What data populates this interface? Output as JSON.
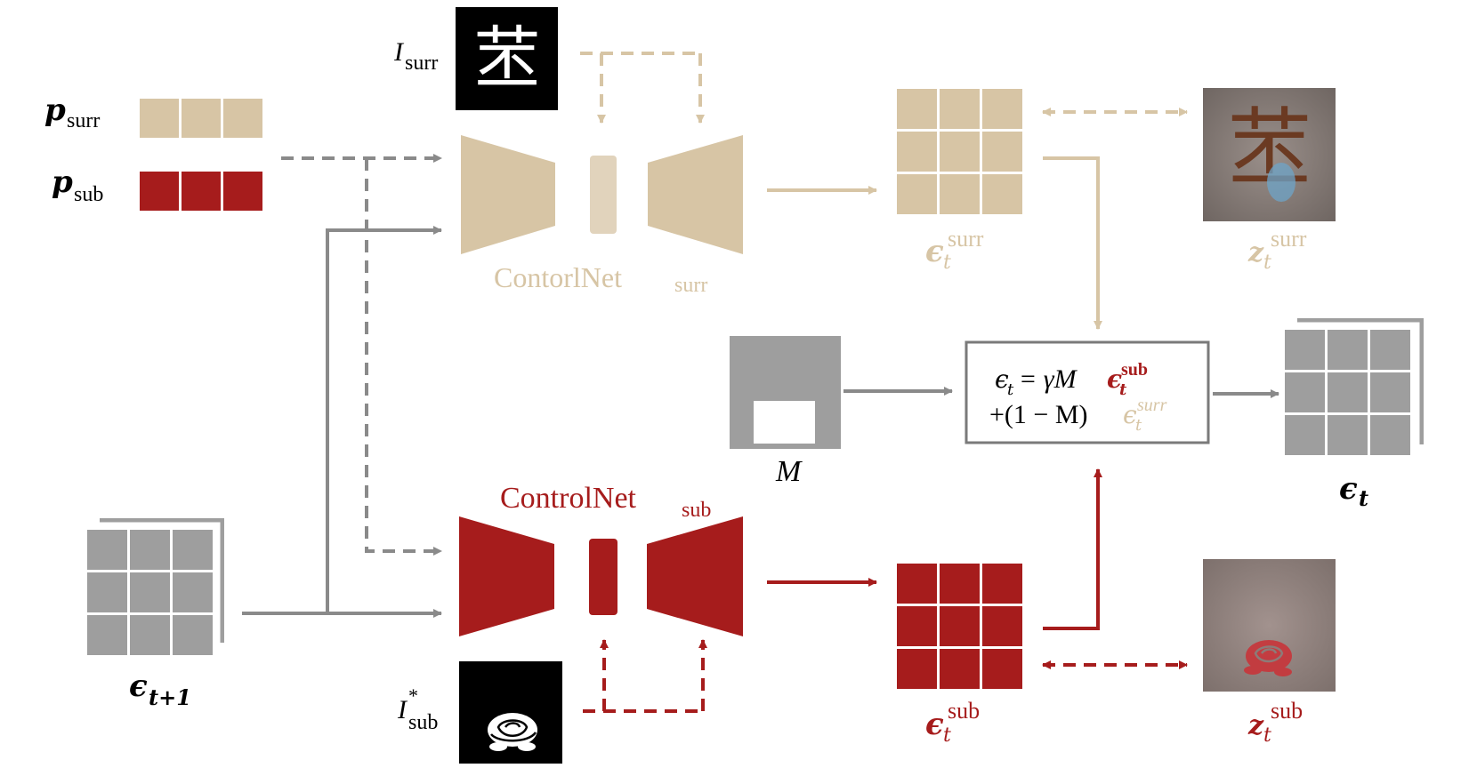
{
  "colors": {
    "tan": "#d7c5a5",
    "tan_light": "#e1d3bc",
    "red": "#a61c1c",
    "gray": "#9e9e9e",
    "dark_gray": "#8a8a8a",
    "box_border": "#7a7a7a",
    "text": "#000000"
  },
  "labels": {
    "p_main": "p",
    "surr_sub": "surr",
    "sub_sub": "sub",
    "I": "I",
    "I_surr_sub": "surr",
    "I_sub_sub": "sub",
    "I_sub_sup": "*",
    "net_surr_main": "ContorlNet",
    "net_surr_sub": "surr",
    "net_sub_main": "ControlNet",
    "net_sub_sub": "sub",
    "eps": "ϵ",
    "t": "t",
    "t_plus_1": "t+1",
    "z": "z",
    "M": "M",
    "sup_surr": "surr",
    "sup_sub": "sub",
    "glyph_char": "苤"
  },
  "formula": {
    "line1_prefix": "ϵ",
    "line1_t": "t",
    "line1_mid": " = γM",
    "line1_eps": "ϵ",
    "line1_sup": "sub",
    "line1_t2": "t",
    "line2_prefix": "+(1 − M)",
    "line2_eps": "ϵ",
    "line2_sup": "surr",
    "line2_t": "t"
  }
}
